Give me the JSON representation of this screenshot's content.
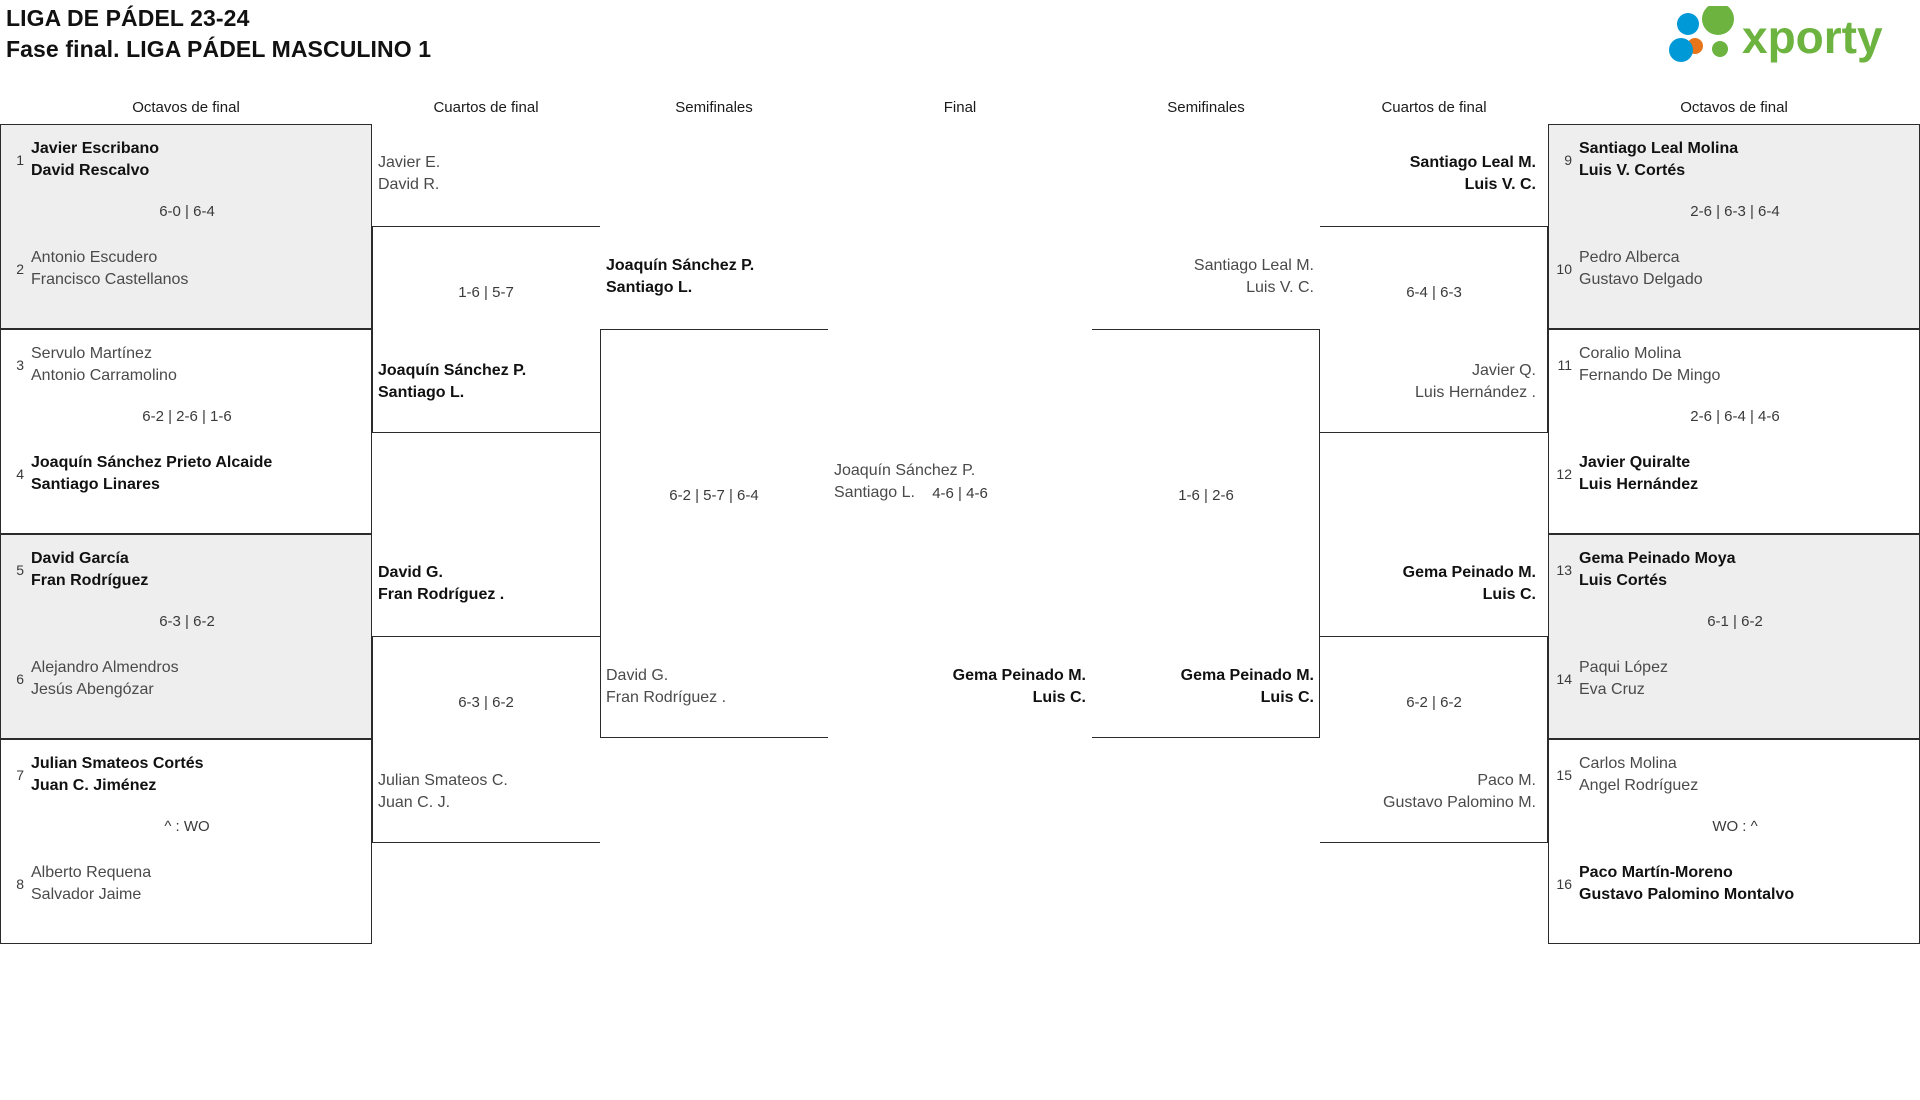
{
  "header": {
    "title_line1": "LIGA DE PÁDEL 23-24",
    "title_line2": "Fase final. LIGA PÁDEL MASCULINO 1",
    "logo_text": "xporty",
    "logo_colors": {
      "green": "#6cb33f",
      "blue": "#0099d8",
      "orange": "#e8751a"
    }
  },
  "round_labels": {
    "l_r16": "Octavos de final",
    "l_qf": "Cuartos de final",
    "l_sf": "Semifinales",
    "final": "Final",
    "r_sf": "Semifinales",
    "r_qf": "Cuartos de final",
    "r_r16": "Octavos de final"
  },
  "left_r16": [
    {
      "score": "6-0 | 6-4",
      "shaded": true,
      "top": {
        "seed": "1",
        "p1": "Javier Escribano",
        "p2": "David Rescalvo",
        "winner": true
      },
      "bottom": {
        "seed": "2",
        "p1": "Antonio Escudero",
        "p2": "Francisco Castellanos",
        "winner": false
      }
    },
    {
      "score": "6-2 | 2-6 | 1-6",
      "shaded": false,
      "top": {
        "seed": "3",
        "p1": "Servulo Martínez",
        "p2": "Antonio Carramolino",
        "winner": false
      },
      "bottom": {
        "seed": "4",
        "p1": "Joaquín Sánchez Prieto Alcaide",
        "p2": "Santiago Linares",
        "winner": true
      }
    },
    {
      "score": "6-3 | 6-2",
      "shaded": true,
      "top": {
        "seed": "5",
        "p1": "David García",
        "p2": "Fran Rodríguez",
        "winner": true
      },
      "bottom": {
        "seed": "6",
        "p1": "Alejandro Almendros",
        "p2": "Jesús Abengózar",
        "winner": false
      }
    },
    {
      "score": "^ : WO",
      "shaded": false,
      "top": {
        "seed": "7",
        "p1": "Julian Smateos Cortés",
        "p2": "Juan C. Jiménez",
        "winner": true
      },
      "bottom": {
        "seed": "8",
        "p1": "Alberto Requena",
        "p2": "Salvador Jaime",
        "winner": false
      }
    }
  ],
  "right_r16": [
    {
      "score": "2-6 | 6-3 | 6-4",
      "shaded": true,
      "top": {
        "seed": "9",
        "p1": "Santiago Leal Molina",
        "p2": "Luis V. Cortés",
        "winner": true
      },
      "bottom": {
        "seed": "10",
        "p1": "Pedro Alberca",
        "p2": "Gustavo Delgado",
        "winner": false
      }
    },
    {
      "score": "2-6 | 6-4 | 4-6",
      "shaded": false,
      "top": {
        "seed": "11",
        "p1": "Coralio Molina",
        "p2": "Fernando De Mingo",
        "winner": false
      },
      "bottom": {
        "seed": "12",
        "p1": "Javier Quiralte",
        "p2": "Luis Hernández",
        "winner": true
      }
    },
    {
      "score": "6-1 | 6-2",
      "shaded": true,
      "top": {
        "seed": "13",
        "p1": "Gema Peinado Moya",
        "p2": "Luis Cortés",
        "winner": true
      },
      "bottom": {
        "seed": "14",
        "p1": "Paqui López",
        "p2": "Eva Cruz",
        "winner": false
      }
    },
    {
      "score": "WO : ^",
      "shaded": false,
      "top": {
        "seed": "15",
        "p1": "Carlos Molina",
        "p2": "Angel Rodríguez",
        "winner": false
      },
      "bottom": {
        "seed": "16",
        "p1": "Paco Martín-Moreno",
        "p2": "Gustavo Palomino Montalvo",
        "winner": true
      }
    }
  ],
  "left_qf": [
    {
      "score": "1-6 | 5-7",
      "top": {
        "p1": "Javier E.",
        "p2": "David R.",
        "winner": false
      },
      "bottom": {
        "p1": "Joaquín Sánchez P.",
        "p2": "Santiago L.",
        "winner": true
      }
    },
    {
      "score": "6-3 | 6-2",
      "top": {
        "p1": "David G.",
        "p2": "Fran Rodríguez .",
        "winner": true
      },
      "bottom": {
        "p1": "Julian Smateos C.",
        "p2": "Juan C. J.",
        "winner": false
      }
    }
  ],
  "right_qf": [
    {
      "score": "6-4 | 6-3",
      "top": {
        "p1": "Santiago Leal M.",
        "p2": "Luis V. C.",
        "winner": true
      },
      "bottom": {
        "p1": "Javier Q.",
        "p2": "Luis Hernández .",
        "winner": false
      }
    },
    {
      "score": "6-2 | 6-2",
      "top": {
        "p1": "Gema Peinado M.",
        "p2": "Luis C.",
        "winner": true
      },
      "bottom": {
        "p1": "Paco M.",
        "p2": "Gustavo Palomino M.",
        "winner": false
      }
    }
  ],
  "left_sf": {
    "score": "6-2 | 5-7 | 6-4",
    "top": {
      "p1": "Joaquín Sánchez P.",
      "p2": "Santiago L.",
      "winner": true
    },
    "bottom": {
      "p1": "David G.",
      "p2": "Fran Rodríguez .",
      "winner": false
    }
  },
  "right_sf": {
    "score": "1-6 | 2-6",
    "top": {
      "p1": "Santiago Leal M.",
      "p2": "Luis V. C.",
      "winner": false
    },
    "bottom": {
      "p1": "Gema Peinado M.",
      "p2": "Luis C.",
      "winner": true
    }
  },
  "final": {
    "score": "4-6 | 4-6",
    "left": {
      "p1": "Joaquín Sánchez P.",
      "p2": "Santiago L.",
      "winner": false
    },
    "right": {
      "p1": "Gema Peinado M.",
      "p2": "Luis C.",
      "winner": true
    }
  }
}
